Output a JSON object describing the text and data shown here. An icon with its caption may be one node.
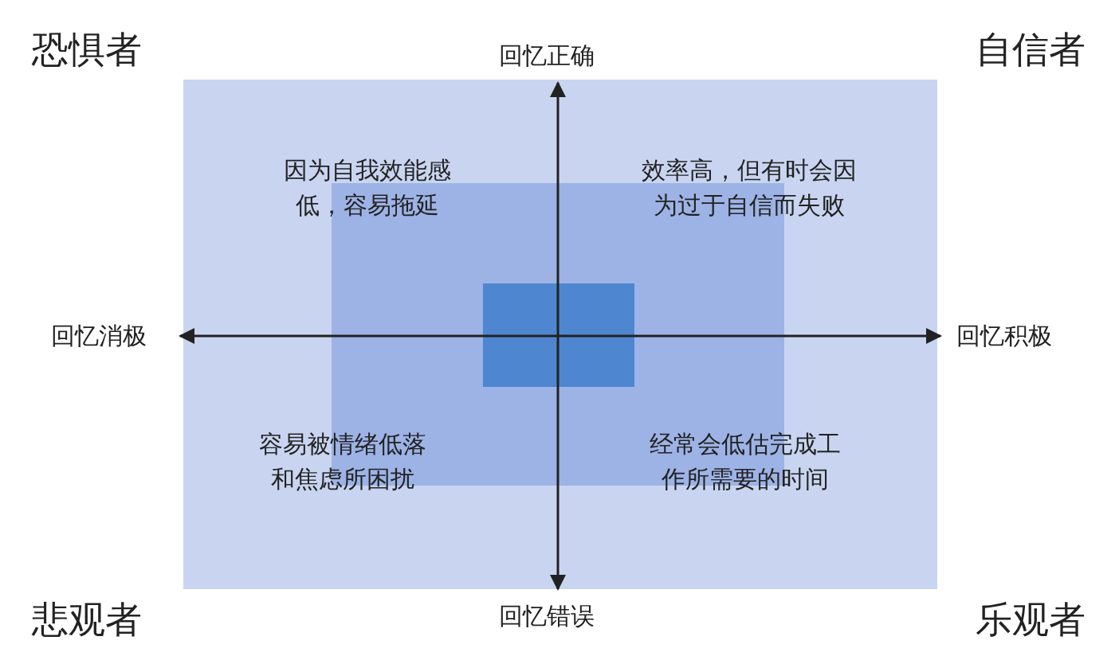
{
  "diagram": {
    "nodes": [
      {
        "text": [],
        "shape": "box"
      },
      {
        "text": [],
        "shape": "box",
        "in": 0
      },
      {
        "text": [],
        "shape": "box",
        "in": 1
      }
    ],
    "labels": [
      "恐惧者",
      "回忆正确",
      "自信者",
      "因为自我效能感低，容易拖延",
      "效率高，但有时会因为过于自信而失败",
      "回忆消极",
      "回忆积极",
      "容易被情绪低落和焦虑所困扰",
      "经常会低估完成工作所需要的时间",
      "悲观者",
      "回忆错误",
      "乐观者"
    ]
  }
}
